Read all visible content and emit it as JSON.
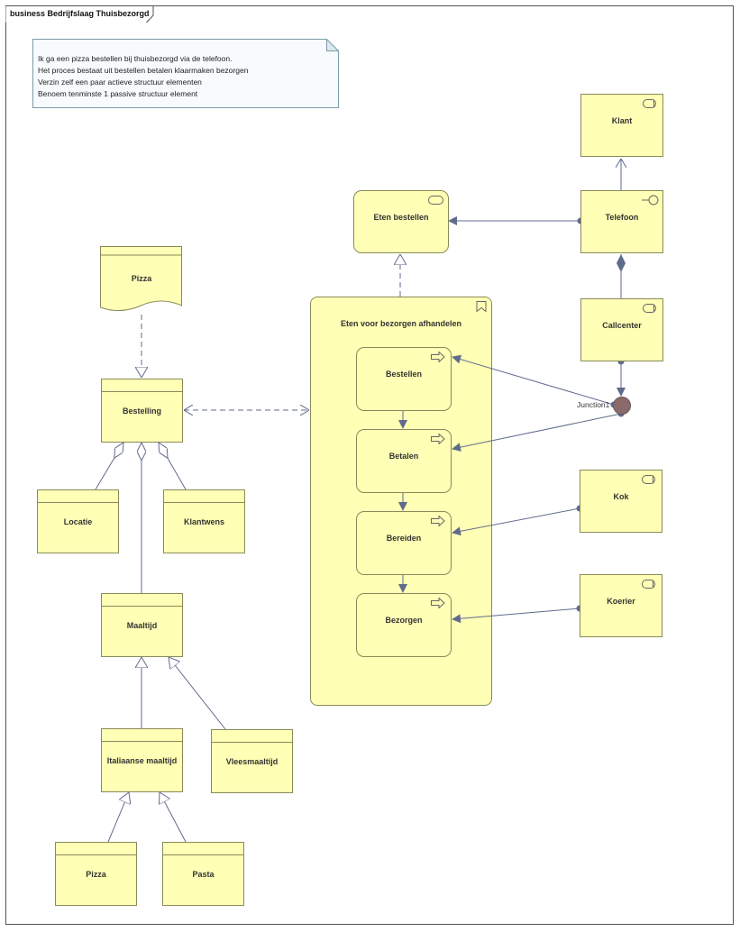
{
  "diagram": {
    "frame_title": "business Bedrijfslaag Thuisbezorgd",
    "note_lines": [
      "Ik ga een pizza bestellen bij thuisbezorgd via de telefoon.",
      "Het proces bestaat uit bestellen betalen klaarmaken bezorgen",
      "Verzin zelf een paar actieve structuur elementen",
      "Benoem tenminste 1 passive structuur element"
    ],
    "nodes": {
      "klant": "Klant",
      "telefoon": "Telefoon",
      "callcenter": "Callcenter",
      "eten_bestellen": "Eten bestellen",
      "process_group": "Eten voor bezorgen afhandelen",
      "bestellen": "Bestellen",
      "betalen": "Betalen",
      "bereiden": "Bereiden",
      "bezorgen": "Bezorgen",
      "kok": "Kok",
      "koerier": "Koerier",
      "pizza_rep": "Pizza",
      "bestelling": "Bestelling",
      "locatie": "Locatie",
      "klantwens": "Klantwens",
      "maaltijd": "Maaltijd",
      "italiaanse": "Italiaanse maaltijd",
      "vlees": "Vleesmaaltijd",
      "pizza": "Pizza",
      "pasta": "Pasta"
    },
    "junction_label": "Junction1",
    "colors": {
      "element_fill": "#ffffb5",
      "border": "#8a8a5a",
      "connector": "#5f6b8c",
      "junction": "#8a6a6a"
    }
  }
}
